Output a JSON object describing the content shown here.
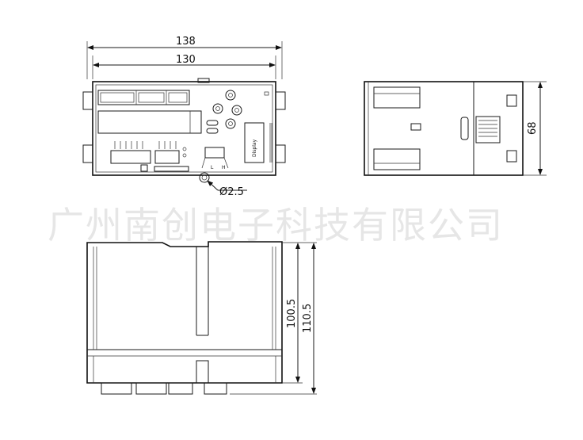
{
  "watermark": "广州南创电子科技有限公司",
  "front_view": {
    "dim_outer": "138",
    "dim_inner": "130",
    "dim_hole": "Ø2.5",
    "display_label": "Display",
    "switch_labels": [
      "L",
      "H"
    ]
  },
  "side_view": {
    "dim_height": "68"
  },
  "bottom_view": {
    "dim_inner": "100.5",
    "dim_outer": "110.5"
  }
}
